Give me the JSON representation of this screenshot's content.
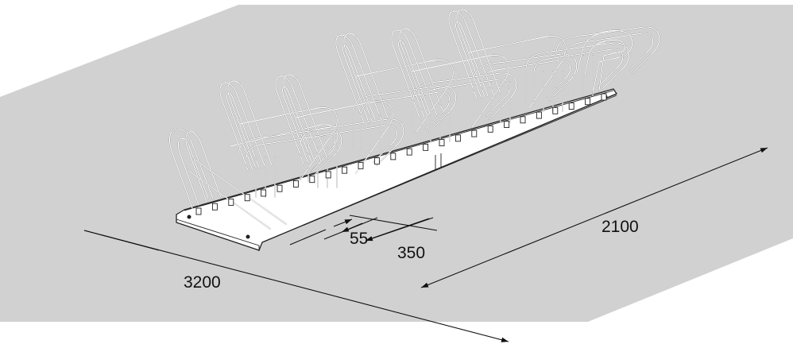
{
  "colors": {
    "floor": "#d1d1d1",
    "line": "#222222",
    "background": "#ffffff"
  },
  "dimensions": {
    "total_length": "3200",
    "total_width": "2100",
    "gap": "55",
    "spacing": "350"
  }
}
